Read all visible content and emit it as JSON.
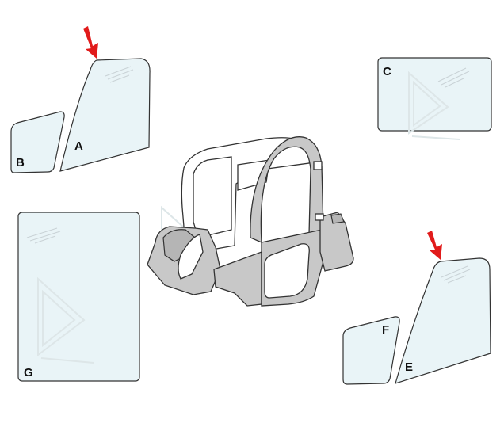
{
  "parts": [
    {
      "id": "A",
      "label": "A"
    },
    {
      "id": "B",
      "label": "B"
    },
    {
      "id": "C",
      "label": "C"
    },
    {
      "id": "E",
      "label": "E"
    },
    {
      "id": "F",
      "label": "F"
    },
    {
      "id": "G",
      "label": "G"
    }
  ],
  "colors": {
    "glass_fill": "#e9f4f7",
    "outline": "#333333",
    "arrow": "#e11b1b",
    "cab_body": "#c8c8c8"
  }
}
